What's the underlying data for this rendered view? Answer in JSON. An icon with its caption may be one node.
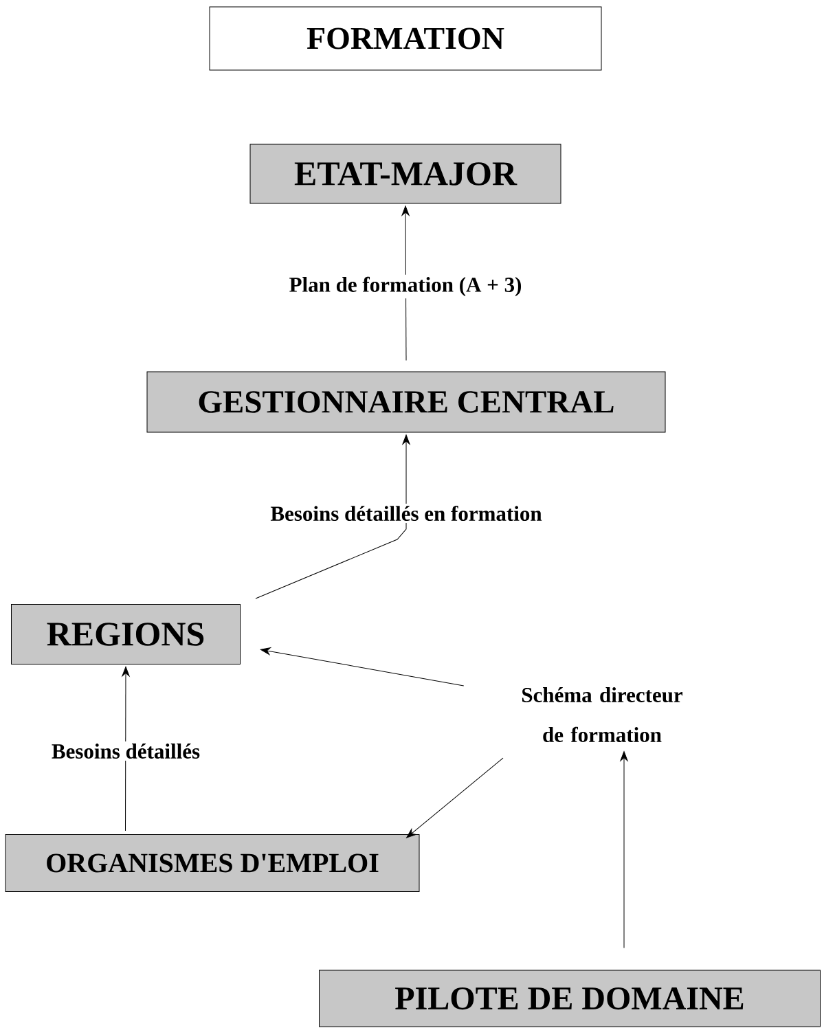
{
  "diagram": {
    "title": "FORMATION",
    "nodes": [
      {
        "text": [
          "ETAT-MAJOR"
        ]
      },
      {
        "text": [
          "GESTIONNAIRE CENTRAL"
        ]
      },
      {
        "text": [
          "REGIONS"
        ]
      },
      {
        "text": [
          "ORGANISMES D'EMPLOI"
        ]
      },
      {
        "text": [
          "PILOTE DE DOMAINE"
        ]
      },
      {
        "text": [
          "Schéma directeur de formation"
        ]
      }
    ],
    "edges": [
      {
        "from": 1,
        "to": 0,
        "arrow": "to",
        "label": "Plan de formation (A + 3)"
      },
      {
        "from": 2,
        "to": 1,
        "arrow": "to",
        "label": "Besoins détaillés en formation"
      },
      {
        "from": 3,
        "to": 2,
        "arrow": "to",
        "label": "Besoins détaillés"
      },
      {
        "from": 5,
        "to": 2,
        "arrow": "to"
      },
      {
        "from": 5,
        "to": 3,
        "arrow": "to"
      },
      {
        "from": 4,
        "to": 5,
        "arrow": "to"
      }
    ]
  }
}
